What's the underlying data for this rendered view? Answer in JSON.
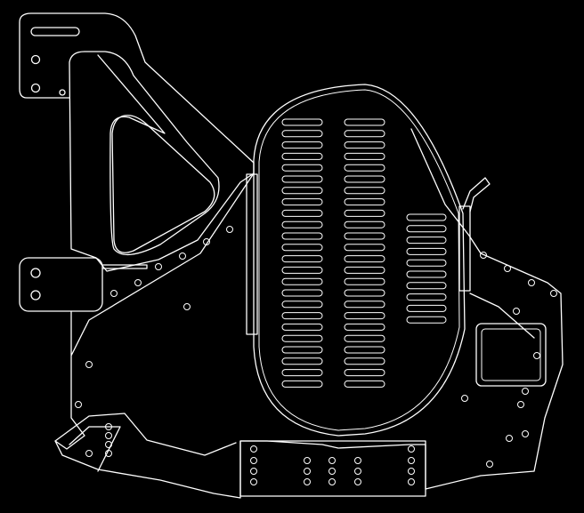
{
  "drawing": {
    "background_color": "#000000",
    "line_color": "#ffffff",
    "louver_columns": [
      {
        "count": 24
      },
      {
        "count": 24
      },
      {
        "count": 10
      }
    ]
  }
}
